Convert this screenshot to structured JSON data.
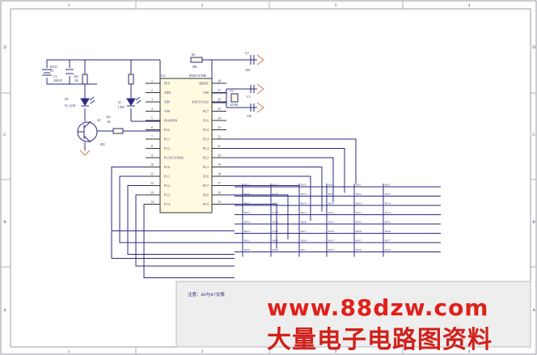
{
  "frame": {
    "top_cols": [
      "1",
      "2",
      "3",
      "4"
    ],
    "side_rows": [
      "D",
      "C",
      "B",
      "A"
    ]
  },
  "chip": {
    "ref": "U2",
    "name": "89S51UNB",
    "left_pins": [
      {
        "num": "1",
        "label": "P0.0"
      },
      {
        "num": "2",
        "label": "XIN1"
      },
      {
        "num": "3",
        "label": "XIN"
      },
      {
        "num": "4",
        "label": "VSS"
      },
      {
        "num": "5",
        "label": "P0.0/INT0"
      },
      {
        "num": "6",
        "label": "P1.0"
      },
      {
        "num": "7",
        "label": "P1.1"
      },
      {
        "num": "8",
        "label": "P1.2"
      },
      {
        "num": "9",
        "label": "P1.3/LCTXWK"
      },
      {
        "num": "10",
        "label": "P1.6"
      },
      {
        "num": "11",
        "label": "P1.1"
      },
      {
        "num": "12",
        "label": "P1.2"
      },
      {
        "num": "13",
        "label": "P1.3"
      },
      {
        "num": "14",
        "label": "P1.4"
      }
    ],
    "right_pins": [
      {
        "num": "28",
        "label": "RESET"
      },
      {
        "num": "27",
        "label": "VSS"
      },
      {
        "num": "26",
        "label": "XOUT/CLKo"
      },
      {
        "num": "25",
        "label": "P2.7"
      },
      {
        "num": "24",
        "label": "P2.6"
      },
      {
        "num": "23",
        "label": "P2.5"
      },
      {
        "num": "22",
        "label": "P2.4"
      },
      {
        "num": "21",
        "label": "P2.3"
      },
      {
        "num": "20",
        "label": "P2.2"
      },
      {
        "num": "19",
        "label": "P2.1"
      },
      {
        "num": "18",
        "label": "P2.0"
      },
      {
        "num": "17",
        "label": "P3.7"
      },
      {
        "num": "16",
        "label": "P3.6"
      },
      {
        "num": "15",
        "label": "P3.5"
      }
    ]
  },
  "components": {
    "bat": "BAT1",
    "bat_val": "3V",
    "c1": "C1",
    "c1_val": "100UF",
    "r4": "R4",
    "r4_val": "1K",
    "d1": "D1",
    "d1_name": "W_LED",
    "q1": "Q1",
    "r2": "R2",
    "r2_val": "1K",
    "ir": "IR1",
    "s1": "S1",
    "s1_name": "LED",
    "r1": "R1",
    "r1_val": "10K",
    "cap_r": "C2",
    "cap_r_val": "10U",
    "xtal": "Y1",
    "xtal_val": "32768",
    "c3": "C3",
    "c3_val": "22P"
  },
  "matrix": {
    "rows": [
      [
        "R0/7",
        "R1/7",
        "R2/2",
        "R3/1",
        "R4/1",
        "R5/1"
      ],
      [
        "R0/6",
        "R1/6",
        "R2/3",
        "R3/2",
        "R4/2",
        "R5/2"
      ],
      [
        "R0/5",
        "R1/5",
        "R2/4",
        "R3/3",
        "R4/3",
        "R5/3"
      ],
      [
        "R0/4",
        "R1/4",
        "R2/5",
        "R3/4",
        "R4/4",
        "R5/4"
      ],
      [
        "R0/3",
        "R1/3",
        "R2/6",
        "R3/5",
        "R4/5",
        "R5/5"
      ],
      [
        "R0/2",
        "R1/2",
        "R2/7",
        "R3/6",
        "R4/6",
        "R5/6"
      ],
      [
        "R0/1",
        "R0/1",
        "R2/0",
        "R3/7",
        "R4/7",
        "R5/7"
      ],
      [
        "R0/0",
        "R0/0",
        "R2/1",
        "R3/0",
        "R4/0",
        "R5/0"
      ]
    ]
  },
  "note": "注意：R0与R7交换",
  "watermark": {
    "url": "www.88dzw.com",
    "cn": "大量电子电路图资料"
  }
}
